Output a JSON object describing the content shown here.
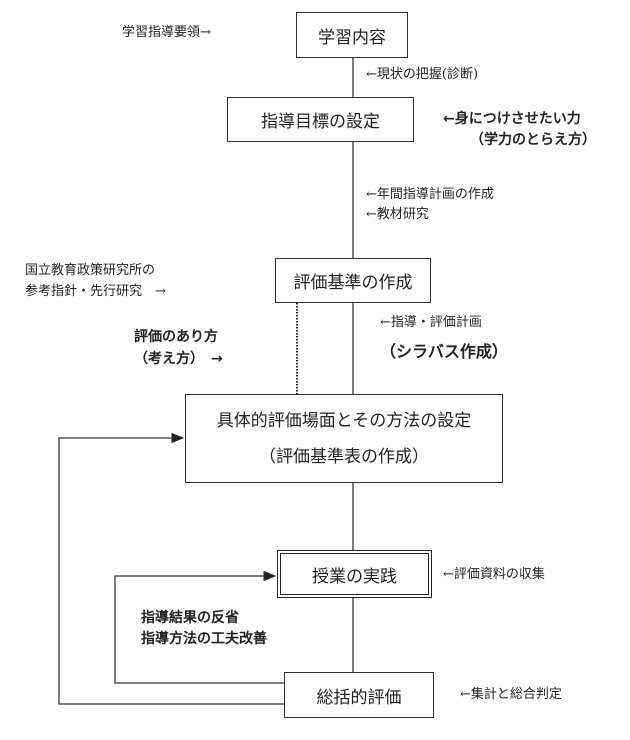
{
  "boxes": {
    "learning_content": "学習内容",
    "goal_setting": "指導目標の設定",
    "criteria_creation": "評価基準の作成",
    "specific_eval_line1": "具体的評価場面とその方法の設定",
    "specific_eval_line2": "（評価基準表の作成）",
    "lesson_practice": "授業の実践",
    "summative_eval": "総括的評価"
  },
  "left_notes": {
    "curriculum_guideline": "学習指導要領→",
    "nier_line1": "国立教育政策研究所の",
    "nier_line2": "参考指針・先行研究　→",
    "eval_approach_line1": "評価のあり方",
    "eval_approach_line2": "（考え方）　→",
    "reflection_line1": "指導結果の反省",
    "reflection_line2": "指導方法の工夫改善"
  },
  "right_notes": {
    "current_state": "←現状の把握(診断)",
    "abilities_line1": "←身につけさせたい力",
    "abilities_line2": "（学力のとらえ方）",
    "annual_plan": "←年間指導計画の作成",
    "material_research": "←教材研究",
    "teaching_eval_plan": "←指導・評価計画",
    "syllabus": "（シラバス作成）",
    "collect_materials": "←評価資料の収集",
    "aggregate_judgment": "←集計と総合判定"
  },
  "colors": {
    "line": "#333333",
    "text": "#222222",
    "background": "#ffffff"
  }
}
